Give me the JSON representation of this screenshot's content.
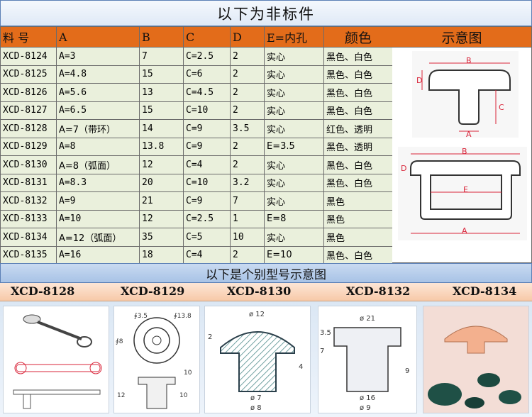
{
  "title": "以下为非标件",
  "table": {
    "headers": [
      "料 号",
      "A",
      "B",
      "C",
      "D",
      "E=内孔",
      "颜色"
    ],
    "diagram_header": "示意图",
    "rows": [
      [
        "XCD-8124",
        "A=3",
        "7",
        "C=2.5",
        "2",
        "实心",
        "黑色、白色"
      ],
      [
        "XCD-8125",
        "A=4.8",
        "15",
        "C=6",
        "2",
        "实心",
        "黑色、白色"
      ],
      [
        "XCD-8126",
        "A=5.6",
        "13",
        "C=4.5",
        "2",
        "实心",
        "黑色、白色"
      ],
      [
        "XCD-8127",
        "A=6.5",
        "15",
        "C=10",
        "2",
        "实心",
        "黑色、白色"
      ],
      [
        "XCD-8128",
        "A=7（带环）",
        "14",
        "C=9",
        "3.5",
        "实心",
        "红色、透明"
      ],
      [
        "XCD-8129",
        "A=8",
        "13.8",
        "C=9",
        "2",
        "E=3.5",
        "黑色、透明"
      ],
      [
        "XCD-8130",
        "A=8（弧面）",
        "12",
        "C=4",
        "2",
        "实心",
        "黑色、白色"
      ],
      [
        "XCD-8131",
        "A=8.3",
        "20",
        "C=10",
        "3.2",
        "实心",
        "黑色、白色"
      ],
      [
        "XCD-8132",
        "A=9",
        "21",
        "C=9",
        "7",
        "实心",
        "黑色"
      ],
      [
        "XCD-8133",
        "A=10",
        "12",
        "C=2.5",
        "1",
        "E=8",
        "黑色"
      ],
      [
        "XCD-8134",
        "A=12（弧面）",
        "35",
        "C=5",
        "10",
        "实心",
        "黑色"
      ],
      [
        "XCD-8135",
        "A=16",
        "18",
        "C=4",
        "2",
        "E=10",
        "黑色、白色"
      ]
    ]
  },
  "diagram_labels": {
    "top": {
      "b": "B",
      "d": "D",
      "c": "C",
      "a": "A"
    },
    "bottom": {
      "b": "B",
      "d": "D",
      "e": "E",
      "a": "A"
    }
  },
  "subtitle": "以下是个别型号示意图",
  "models": [
    "XCD-8128",
    "XCD-8129",
    "XCD-8130",
    "XCD-8132",
    "XCD-8134"
  ],
  "drawing_labels": {
    "p8129": {
      "d35": "∮3.5",
      "d138": "∮13.8",
      "d8": "∮8",
      "d10": "10",
      "h12": "12",
      "h10": "10"
    },
    "p8130": {
      "d12": "ø 12",
      "d7": "ø 7",
      "d8": "ø 8",
      "h2": "2",
      "h4": "4"
    },
    "p8132": {
      "d21": "ø 21",
      "d16": "ø 16",
      "d9": "ø 9",
      "h35": "3.5",
      "h7": "7",
      "h9": "9"
    }
  },
  "colors": {
    "header": "#e36c1a",
    "row": "#eaf0dc",
    "dim": "#d9253a",
    "accent": "#5b7fb5"
  }
}
